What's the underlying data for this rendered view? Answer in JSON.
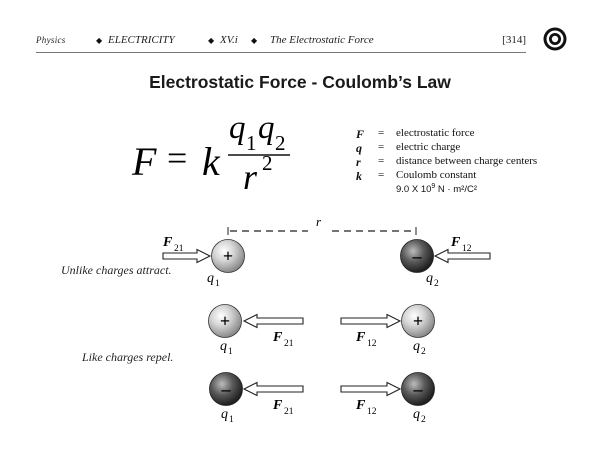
{
  "header": {
    "subject": "Physics",
    "topic": "ELECTRICITY",
    "section": "XV.i",
    "subtitle": "The Electrostatic Force",
    "page_number": "[314]",
    "separator": "◆",
    "logo": "target-logo"
  },
  "title": "Electrostatic Force - Coulomb’s Law",
  "formula": {
    "lhs": "F",
    "equals": "=",
    "constant": "k",
    "q": "q",
    "sub1": "1",
    "sub2": "2",
    "r": "r",
    "power": "2"
  },
  "legend": [
    {
      "symbol": "F",
      "equals": "=",
      "description": "electrostatic force"
    },
    {
      "symbol": "q",
      "equals": "=",
      "description": "electric charge"
    },
    {
      "symbol": "r",
      "equals": "=",
      "description": "distance between charge centers"
    },
    {
      "symbol": "k",
      "equals": "=",
      "description": "Coulomb constant"
    }
  ],
  "coulomb_constant": {
    "mantissa": "9.0 X 10",
    "exponent": "9",
    "units": " N · m²/C²"
  },
  "diagram": {
    "distance_label": "r",
    "unlike_caption": "Unlike charges attract.",
    "like_caption": "Like charges repel.",
    "force_symbol": "F",
    "f21_sub": "21",
    "f12_sub": "12",
    "charge_symbol": "q",
    "q1_sub": "1",
    "q2_sub": "2",
    "plus": "+",
    "minus": "–",
    "colors": {
      "positive_sphere": "#bdbdbd",
      "negative_sphere": "#555555"
    }
  }
}
